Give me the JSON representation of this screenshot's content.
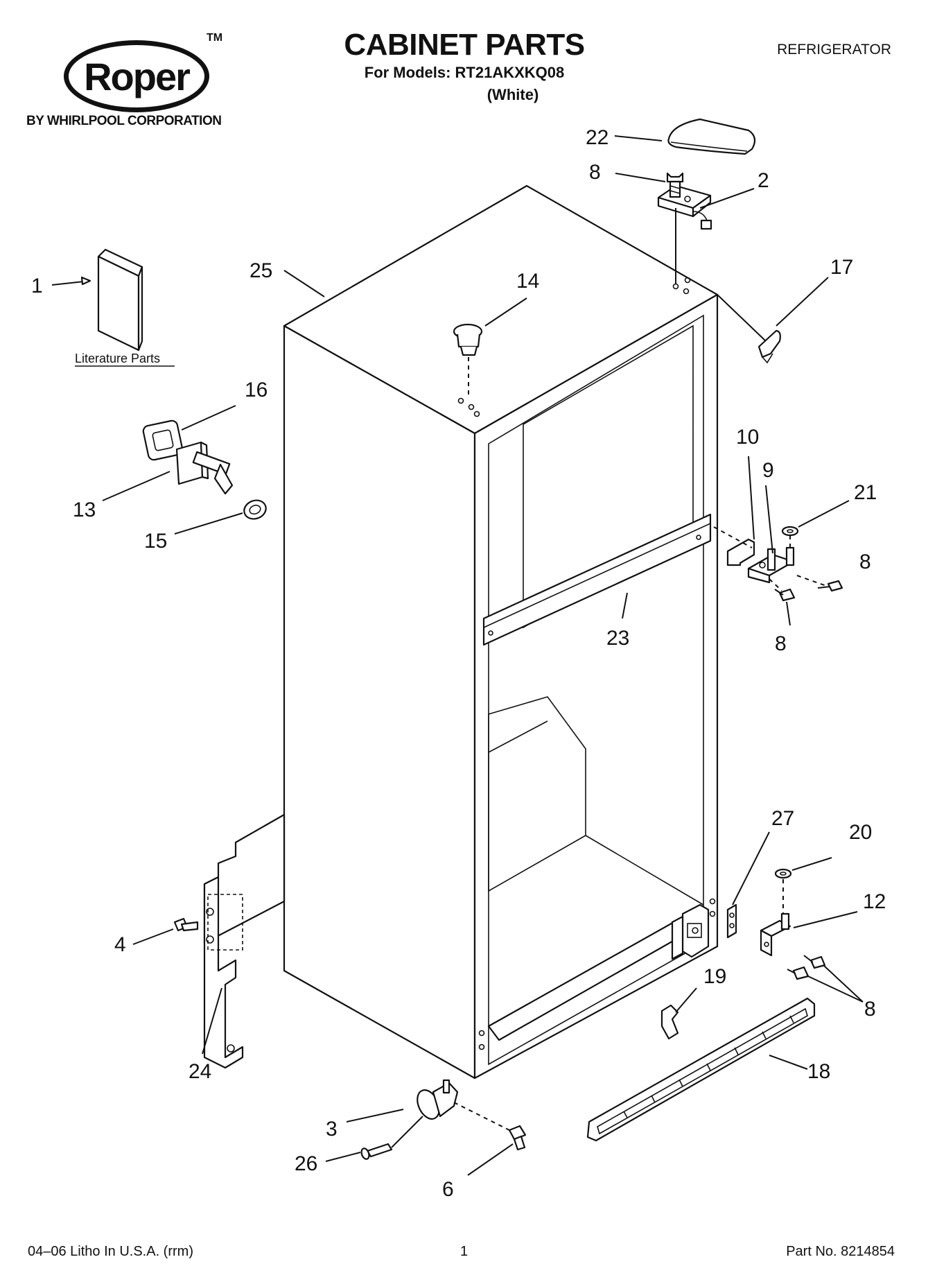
{
  "brand": {
    "name": "Roper",
    "trademark": "TM",
    "tagline": "BY WHIRLPOOL CORPORATION"
  },
  "header": {
    "title": "CABINET PARTS",
    "models_line": "For Models: RT21AKXKQ08",
    "color_line": "(White)",
    "appliance": "REFRIGERATOR"
  },
  "diagram": {
    "literature_label": "Literature Parts",
    "callouts": {
      "c1": "1",
      "c2": "2",
      "c3": "3",
      "c4": "4",
      "c6": "6",
      "c8a": "8",
      "c8b": "8",
      "c8c": "8",
      "c8d": "8",
      "c9": "9",
      "c10": "10",
      "c12": "12",
      "c13": "13",
      "c14": "14",
      "c15": "15",
      "c16": "16",
      "c17": "17",
      "c18": "18",
      "c19": "19",
      "c20": "20",
      "c21": "21",
      "c22": "22",
      "c23": "23",
      "c24": "24",
      "c25": "25",
      "c26": "26",
      "c27": "27"
    }
  },
  "footer": {
    "litho": "04–06 Litho In U.S.A. (rrm)",
    "page": "1",
    "part_no": "Part No. 8214854"
  }
}
